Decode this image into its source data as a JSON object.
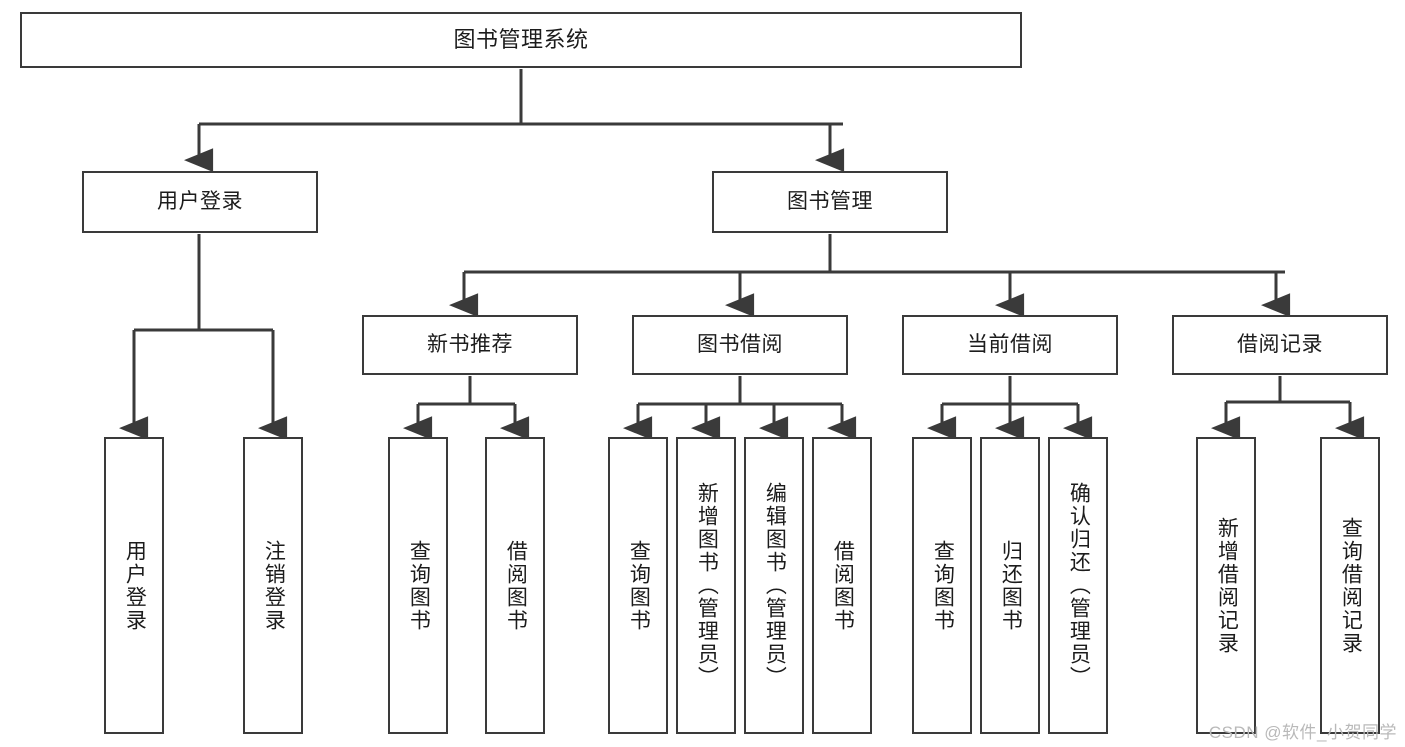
{
  "diagram": {
    "type": "tree-hierarchy-chart",
    "title": "图书管理系统",
    "stroke_color": "#3a3a3a",
    "text_color": "#1c1c1c",
    "background_color": "#ffffff",
    "levels": [
      {
        "level": 1,
        "nodes": [
          {
            "id": "root",
            "label": "图书管理系统",
            "orientation": "horizontal"
          }
        ]
      },
      {
        "level": 2,
        "nodes": [
          {
            "id": "user-login",
            "label": "用户登录",
            "orientation": "horizontal",
            "parent": "root"
          },
          {
            "id": "book-manage",
            "label": "图书管理",
            "orientation": "horizontal",
            "parent": "root"
          }
        ]
      },
      {
        "level": 3,
        "nodes": [
          {
            "id": "new-book-recommend",
            "label": "新书推荐",
            "orientation": "horizontal",
            "parent": "book-manage"
          },
          {
            "id": "book-borrow",
            "label": "图书借阅",
            "orientation": "horizontal",
            "parent": "book-manage"
          },
          {
            "id": "current-borrow",
            "label": "当前借阅",
            "orientation": "horizontal",
            "parent": "book-manage"
          },
          {
            "id": "borrow-record",
            "label": "借阅记录",
            "orientation": "horizontal",
            "parent": "book-manage"
          }
        ]
      },
      {
        "level": 4,
        "nodes": [
          {
            "id": "leaf-user-login",
            "label": "用户登录",
            "orientation": "vertical",
            "parent": "user-login"
          },
          {
            "id": "leaf-logout-login",
            "label": "注销登录",
            "orientation": "vertical",
            "parent": "user-login"
          },
          {
            "id": "leaf-query-book-1",
            "label": "查询图书",
            "orientation": "vertical",
            "parent": "new-book-recommend"
          },
          {
            "id": "leaf-borrow-book-1",
            "label": "借阅图书",
            "orientation": "vertical",
            "parent": "new-book-recommend"
          },
          {
            "id": "leaf-query-book-2",
            "label": "查询图书",
            "orientation": "vertical",
            "parent": "book-borrow"
          },
          {
            "id": "leaf-add-book",
            "label": "新增图书（管理员）",
            "orientation": "vertical",
            "parent": "book-borrow"
          },
          {
            "id": "leaf-edit-book",
            "label": "编辑图书（管理员）",
            "orientation": "vertical",
            "parent": "book-borrow"
          },
          {
            "id": "leaf-borrow-book-2",
            "label": "借阅图书",
            "orientation": "vertical",
            "parent": "book-borrow"
          },
          {
            "id": "leaf-query-book-3",
            "label": "查询图书",
            "orientation": "vertical",
            "parent": "current-borrow"
          },
          {
            "id": "leaf-return-book",
            "label": "归还图书",
            "orientation": "vertical",
            "parent": "current-borrow"
          },
          {
            "id": "leaf-confirm-return",
            "label": "确认归还（管理员）",
            "orientation": "vertical",
            "parent": "current-borrow"
          },
          {
            "id": "leaf-add-record",
            "label": "新增借阅记录",
            "orientation": "vertical",
            "parent": "borrow-record"
          },
          {
            "id": "leaf-query-record",
            "label": "查询借阅记录",
            "orientation": "vertical",
            "parent": "borrow-record"
          }
        ]
      }
    ]
  },
  "watermark": {
    "text": "CSDN @软件_小贺同学"
  }
}
